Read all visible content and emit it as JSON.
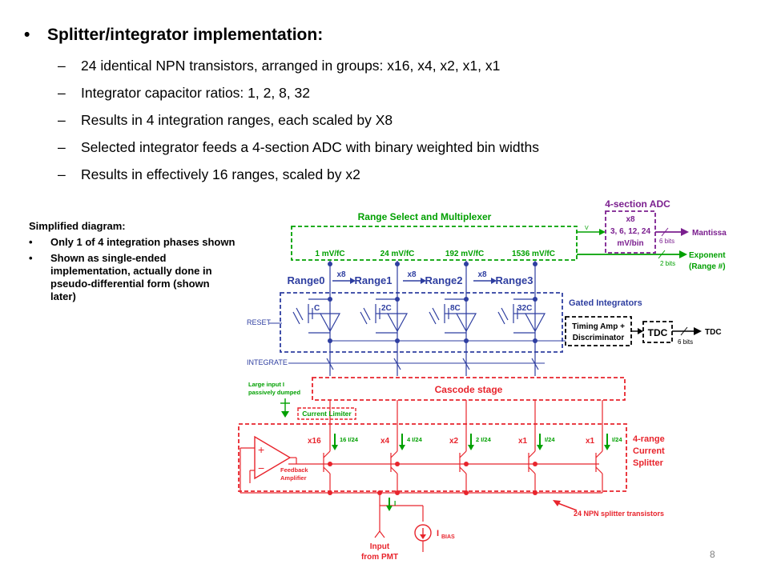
{
  "bullets": {
    "main": "Splitter/integrator implementation:",
    "items": [
      "24 identical NPN transistors, arranged in groups:  x16, x4, x2, x1, x1",
      "Integrator capacitor ratios: 1, 2, 8, 32",
      "Results in 4 integration ranges, each scaled by X8",
      "Selected integrator feeds a 4-section ADC with binary weighted bin widths",
      "Results in effectively 16 ranges, scaled by x2"
    ]
  },
  "sidebar": {
    "title": "Simplified diagram:",
    "items": [
      "Only 1 of 4 integration phases shown",
      "Shown as single-ended implementation, actually done in pseudo-differential form (shown later)"
    ]
  },
  "diagram": {
    "range_select_label": "Range Select and Multiplexer",
    "sensitivities": [
      "1 mV/fC",
      "24 mV/fC",
      "192 mV/fC",
      "1536 mV/fC"
    ],
    "ranges": [
      "Range0",
      "Range1",
      "Range2",
      "Range3"
    ],
    "range_scale": "x8",
    "capacitors": [
      "C",
      "2C",
      "8C",
      "32C"
    ],
    "gated_integrators_label": "Gated Integrators",
    "reset_label": "RESET",
    "integrate_label": "INTEGRATE",
    "adc_label": "4-section ADC",
    "adc_scale": "x8",
    "adc_bins": "3, 6, 12, 24",
    "adc_bins_unit": "mV/bin",
    "mantissa_label": "Mantissa",
    "mantissa_bits": "6 bits",
    "exponent_label": "Exponent",
    "exponent_sub": "(Range #)",
    "exponent_bits": "2 bits",
    "v_label": "V",
    "timing_amp_line1": "Timing Amp +",
    "timing_amp_line2": "Discriminator",
    "tdc_box": "TDC",
    "tdc_out": "TDC",
    "tdc_bits": "6 bits",
    "cascode_label": "Cascode stage",
    "large_input_line1": "Large input I",
    "large_input_line2": "passively dumped",
    "current_limiter_label": "Current Limiter",
    "splitter_groups": [
      "x16",
      "x4",
      "x2",
      "x1",
      "x1"
    ],
    "splitter_currents": [
      "16 I/24",
      "4 I/24",
      "2 I/24",
      "I/24",
      "I/24"
    ],
    "splitter_line1": "4-range",
    "splitter_line2": "Current",
    "splitter_line3": "Splitter",
    "feedback_line1": "Feedback",
    "feedback_line2": "Amplifier",
    "opamp_plus": "+",
    "opamp_minus": "−",
    "npn_label": "24 NPN splitter transistors",
    "input_line1": "Input",
    "input_line2": "from PMT",
    "ibias_main": "I",
    "ibias_sub": "BIAS",
    "input_current": "I"
  },
  "page_number": "8",
  "colors": {
    "green": "#00a000",
    "blue": "#2e3ea0",
    "red": "#e8242c",
    "purple": "#7b1f8f",
    "black": "#000000"
  }
}
